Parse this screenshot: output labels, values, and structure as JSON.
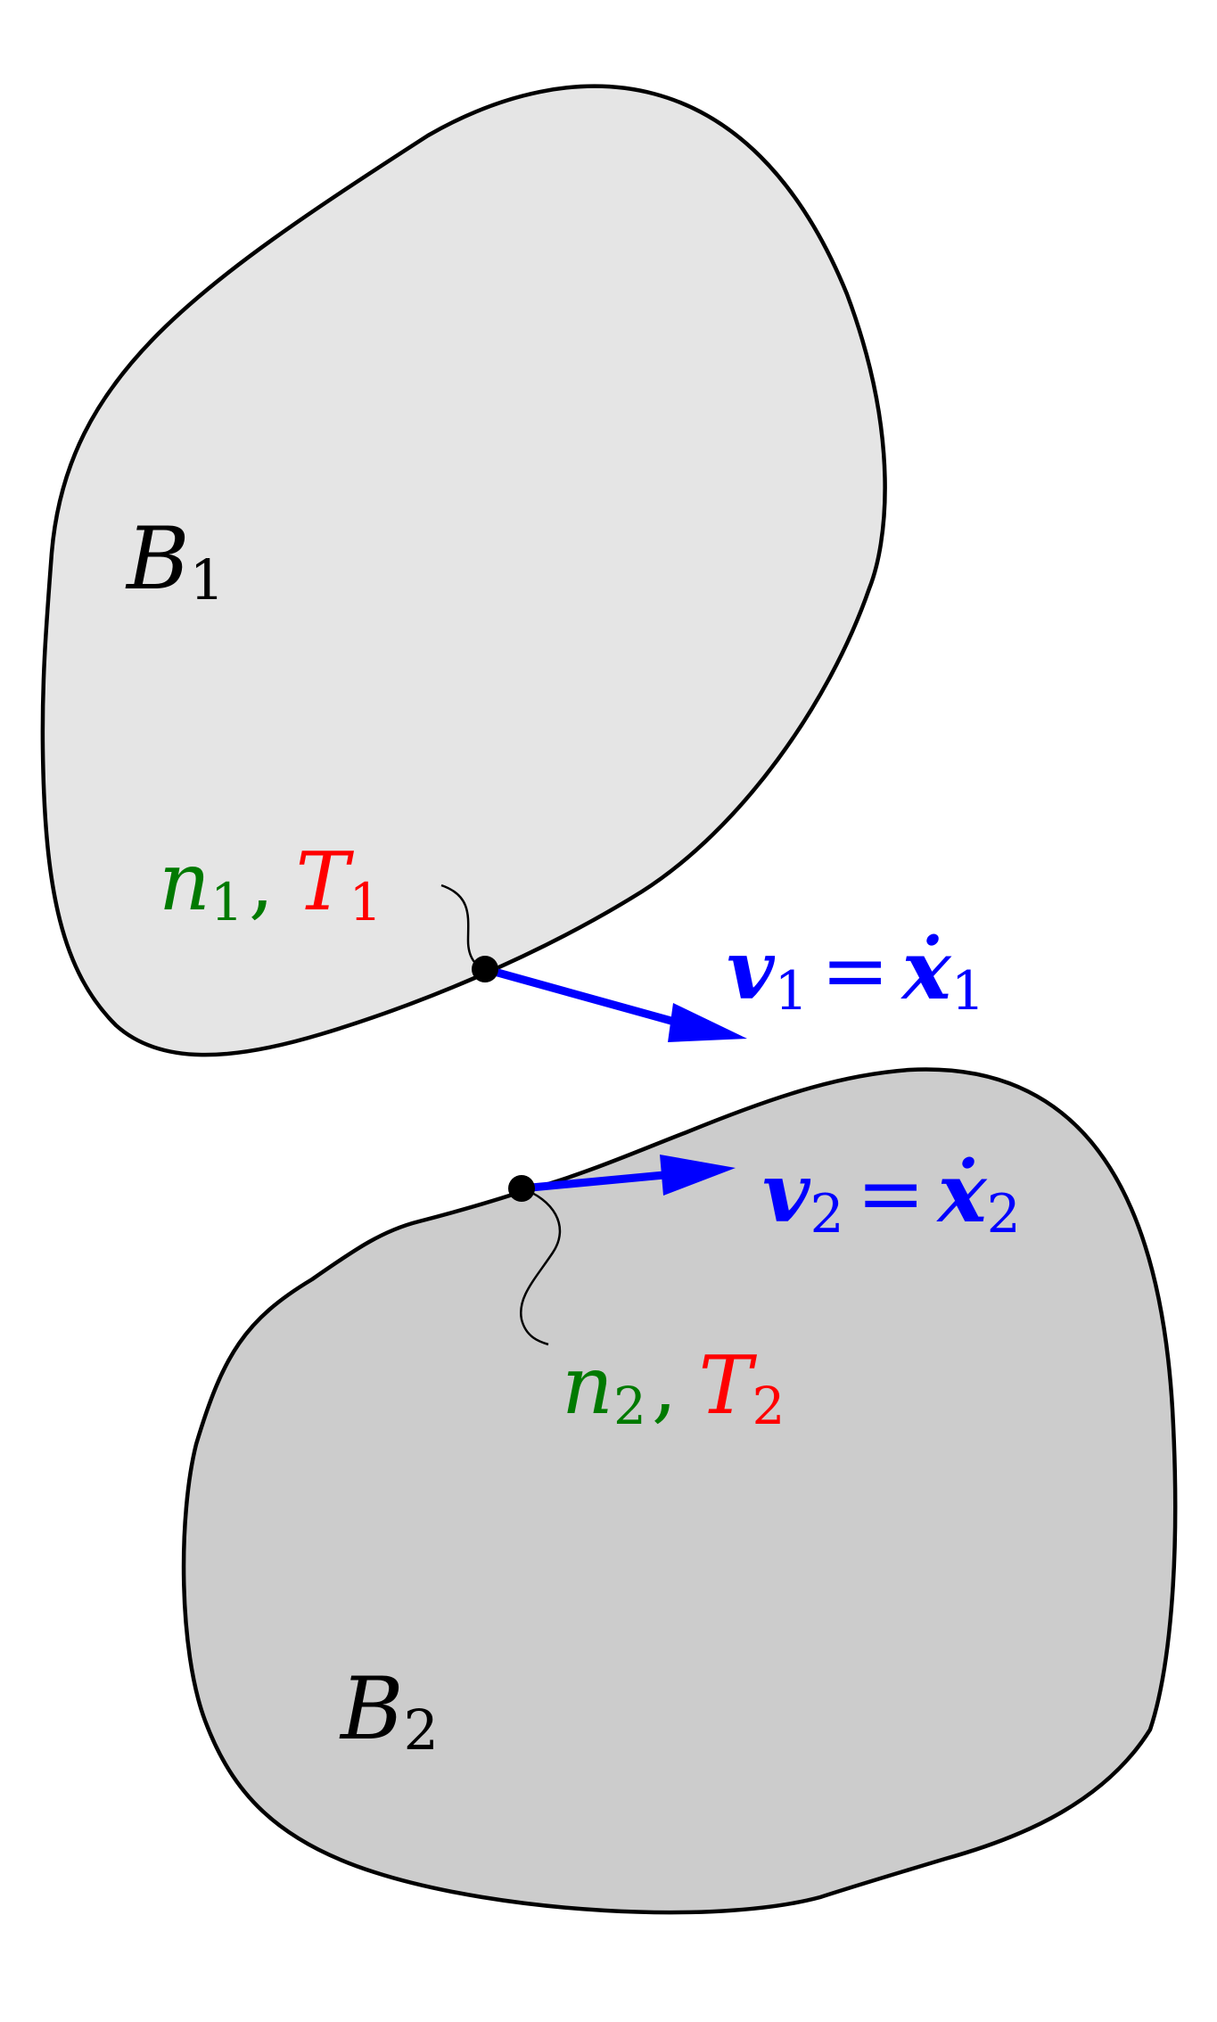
{
  "colors": {
    "body1_fill": "#e5e5e5",
    "body2_fill": "#cccccc",
    "outline": "#000000",
    "velocity": "#0000ff",
    "normal": "#007a00",
    "traction": "#ff0000"
  },
  "body1": {
    "label": "B",
    "subscript": "1",
    "normal_symbol": "n",
    "normal_sub": "1",
    "separator": ",",
    "traction_symbol": "T",
    "traction_sub": "1",
    "velocity_symbol": "v",
    "velocity_sub": "1",
    "equals": "=",
    "rate_symbol": "ẋ",
    "rate_sub": "1"
  },
  "body2": {
    "label": "B",
    "subscript": "2",
    "normal_symbol": "n",
    "normal_sub": "2",
    "separator": ",",
    "traction_symbol": "T",
    "traction_sub": "2",
    "velocity_symbol": "v",
    "velocity_sub": "2",
    "equals": "=",
    "rate_symbol": "ẋ",
    "rate_sub": "2"
  }
}
